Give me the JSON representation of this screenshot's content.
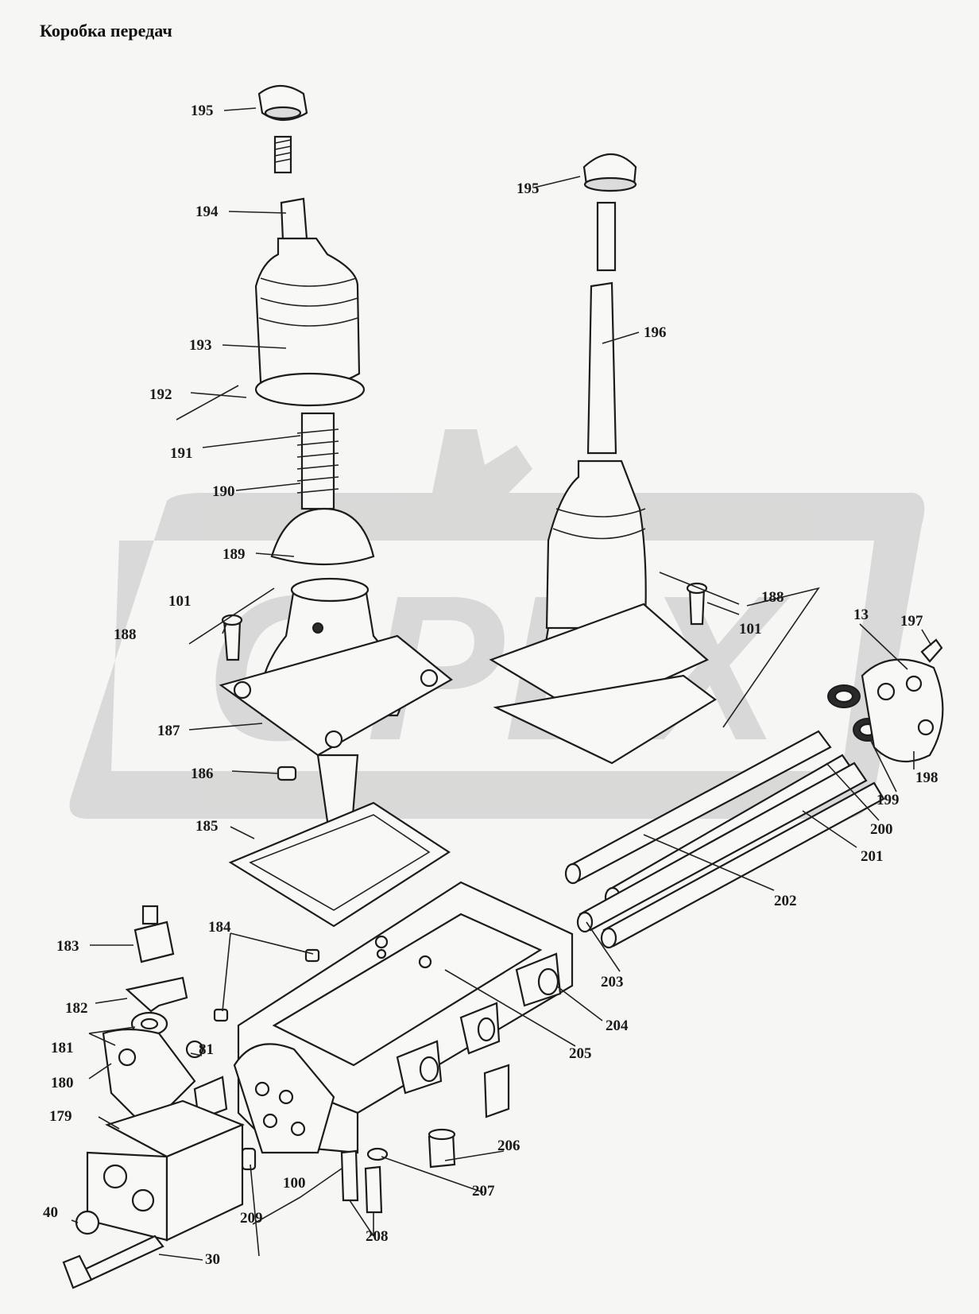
{
  "title": "Коробка передач",
  "watermark": {
    "text": "ОРЕХ",
    "color": "#d4d4d4"
  },
  "callouts": [
    {
      "id": "c195a",
      "text": "195"
    },
    {
      "id": "c194",
      "text": "194"
    },
    {
      "id": "c193",
      "text": "193"
    },
    {
      "id": "c192",
      "text": "192"
    },
    {
      "id": "c191",
      "text": "191"
    },
    {
      "id": "c190",
      "text": "190"
    },
    {
      "id": "c189",
      "text": "189"
    },
    {
      "id": "c101a",
      "text": "101"
    },
    {
      "id": "c188a",
      "text": "188"
    },
    {
      "id": "c187",
      "text": "187"
    },
    {
      "id": "c186",
      "text": "186"
    },
    {
      "id": "c185",
      "text": "185"
    },
    {
      "id": "c195b",
      "text": "195"
    },
    {
      "id": "c196",
      "text": "196"
    },
    {
      "id": "c188b",
      "text": "188"
    },
    {
      "id": "c101b",
      "text": "101"
    },
    {
      "id": "c13",
      "text": "13"
    },
    {
      "id": "c197",
      "text": "197"
    },
    {
      "id": "c198",
      "text": "198"
    },
    {
      "id": "c199",
      "text": "199"
    },
    {
      "id": "c200",
      "text": "200"
    },
    {
      "id": "c201",
      "text": "201"
    },
    {
      "id": "c202",
      "text": "202"
    },
    {
      "id": "c203",
      "text": "203"
    },
    {
      "id": "c204",
      "text": "204"
    },
    {
      "id": "c205",
      "text": "205"
    },
    {
      "id": "c184",
      "text": "184"
    },
    {
      "id": "c183",
      "text": "183"
    },
    {
      "id": "c182",
      "text": "182"
    },
    {
      "id": "c181",
      "text": "181"
    },
    {
      "id": "c81",
      "text": "81"
    },
    {
      "id": "c180",
      "text": "180"
    },
    {
      "id": "c179",
      "text": "179"
    },
    {
      "id": "c206",
      "text": "206"
    },
    {
      "id": "c207",
      "text": "207"
    },
    {
      "id": "c100",
      "text": "100"
    },
    {
      "id": "c208",
      "text": "208"
    },
    {
      "id": "c209",
      "text": "209"
    },
    {
      "id": "c40",
      "text": "40"
    },
    {
      "id": "c30",
      "text": "30"
    }
  ]
}
